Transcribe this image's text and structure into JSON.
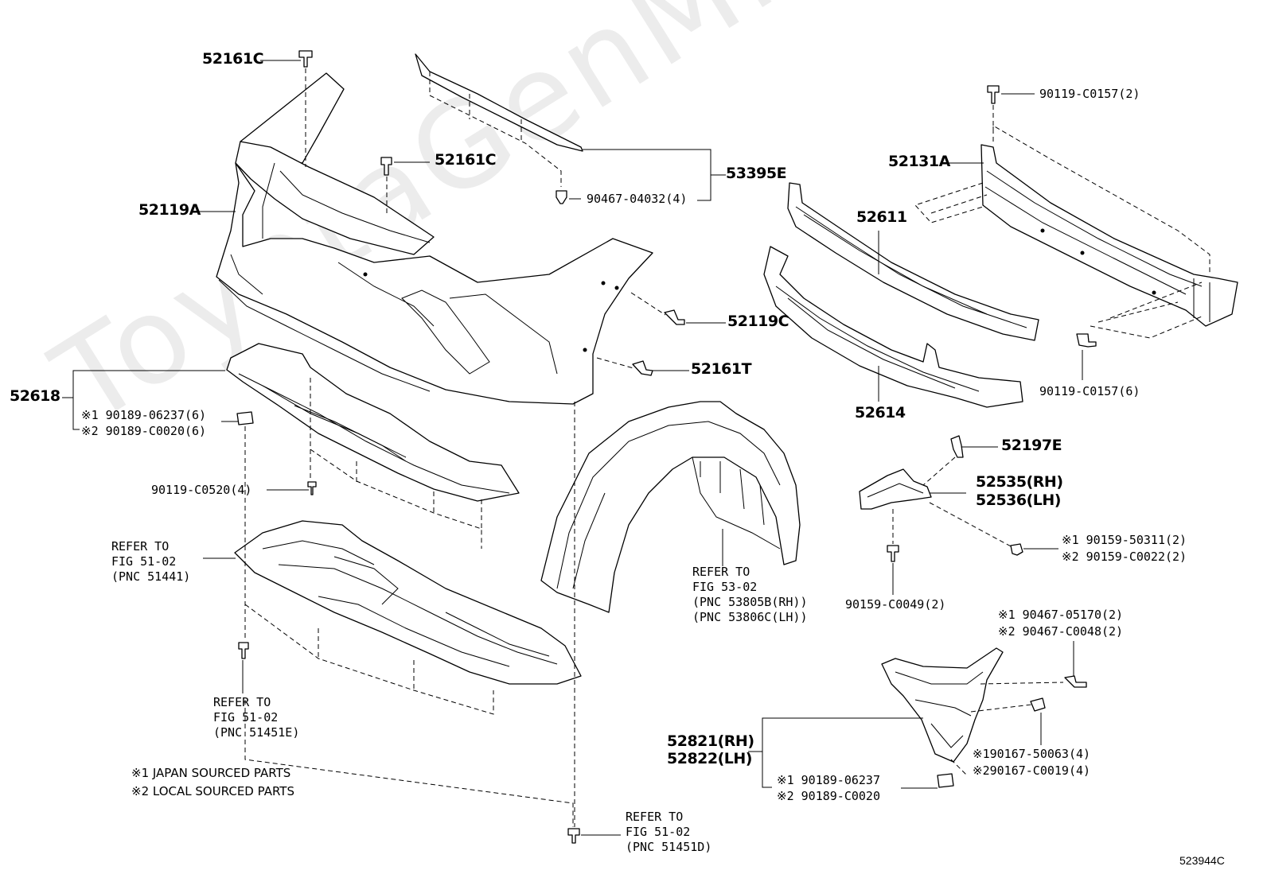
{
  "watermark": "ToyotaGenMing.ru",
  "diagram_id": "523944C",
  "notes": [
    "※1 JAPAN SOURCED PARTS",
    "※2 LOCAL SOURCED PARTS"
  ],
  "labels": {
    "p52161C_top": "52161C",
    "p52161C_mid": "52161C",
    "p52119A": "52119A",
    "p53395E": "53395E",
    "p90467_04032": "90467-04032(4)",
    "p52119C": "52119C",
    "p52161T": "52161T",
    "p52618": "52618",
    "p90189_06237_a": "※1 90189-06237(6)",
    "p90189_C0020_a": "※2 90189-C0020(6)",
    "p90119_C0520": "90119-C0520(4)",
    "p90119_C0157_top": "90119-C0157(2)",
    "p52131A": "52131A",
    "p52611": "52611",
    "p52614": "52614",
    "p90119_C0157_bot": "90119-C0157(6)",
    "p52197E": "52197E",
    "p52535": "52535(RH)",
    "p52536": "52536(LH)",
    "p90159_50311": "※1 90159-50311(2)",
    "p90159_C0022": "※2 90159-C0022(2)",
    "p90159_C0049": "90159-C0049(2)",
    "p90467_05170": "※1 90467-05170(2)",
    "p90467_C0048": "※2 90467-C0048(2)",
    "p52821": "52821(RH)",
    "p52822": "52822(LH)",
    "p90167_50063": "※190167-50063(4)",
    "p90167_C0019": "※290167-C0019(4)",
    "p90189_06237_b": "※1 90189-06237",
    "p90189_C0020_b": "※2 90189-C0020"
  },
  "refs": {
    "fig51441": "REFER TO\nFIG 51-02\n(PNC 51441)",
    "fig51451E": "REFER TO\nFIG 51-02\n(PNC 51451E)",
    "fig53": "REFER TO\nFIG 53-02\n(PNC 53805B(RH))\n(PNC 53806C(LH))",
    "fig51451D": "REFER TO\nFIG 51-02\n(PNC 51451D)"
  }
}
